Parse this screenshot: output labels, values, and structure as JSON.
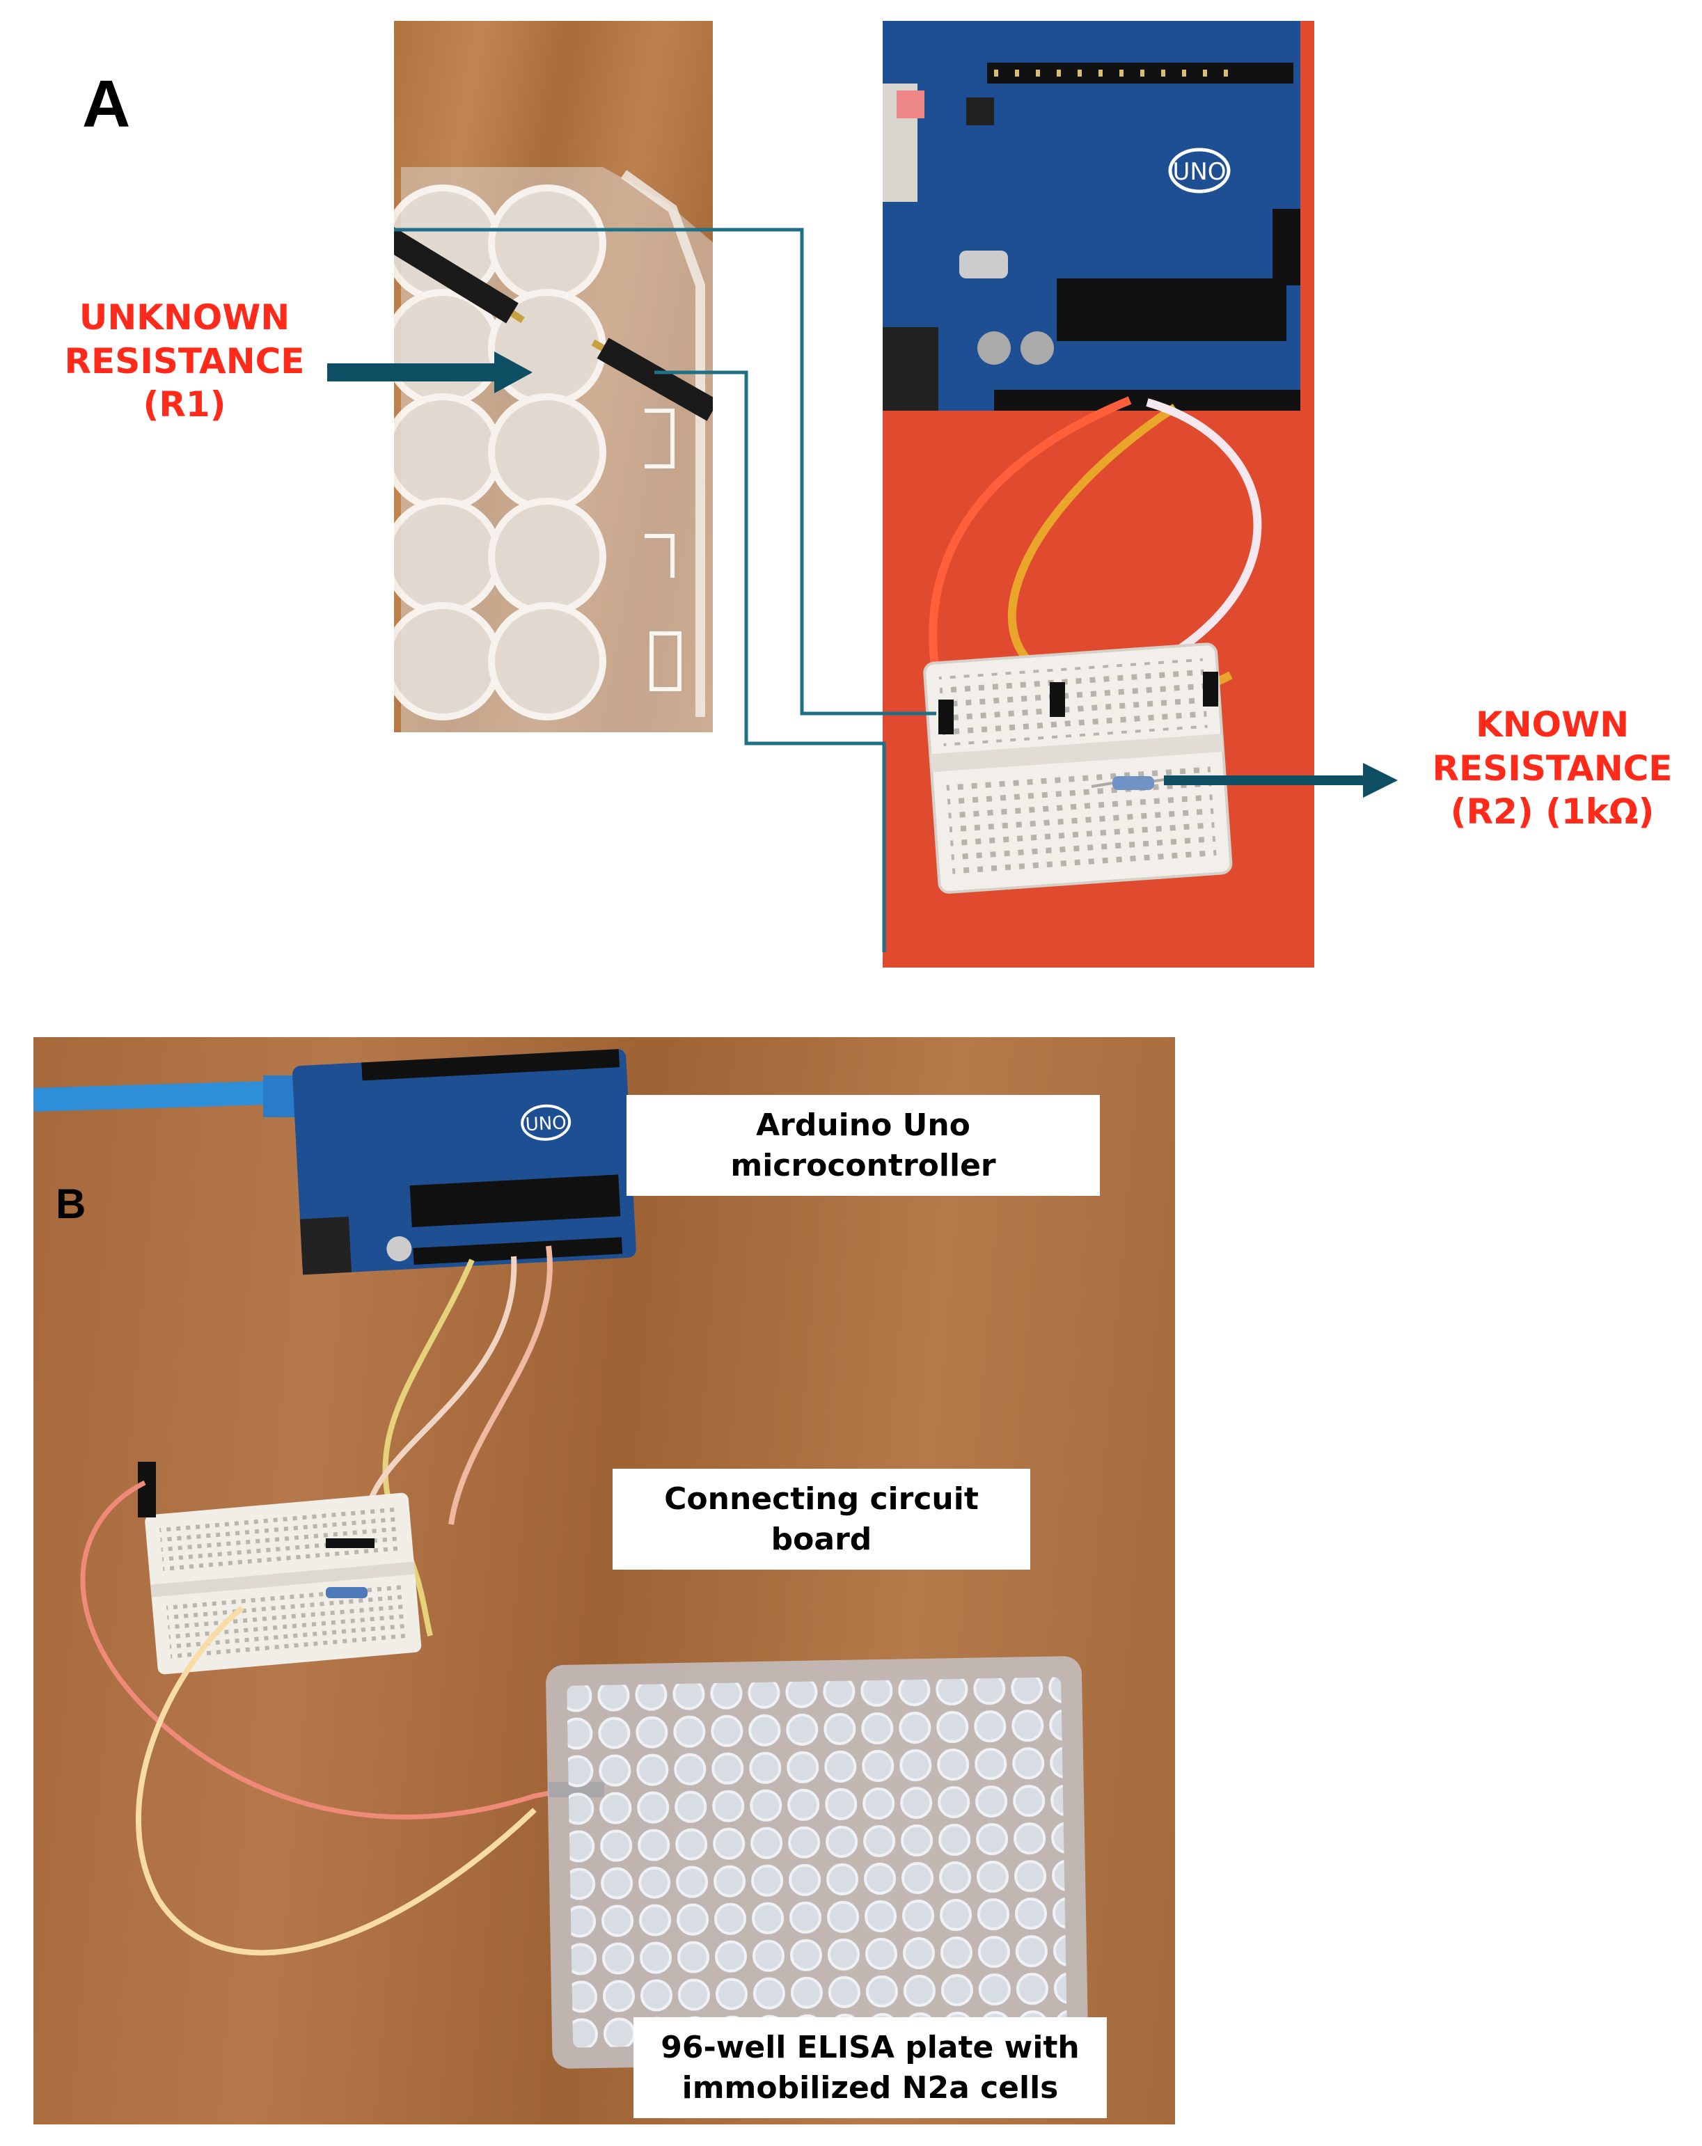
{
  "panel_a": {
    "letter": "A",
    "unknown_label": [
      "UNKNOWN",
      "RESISTANCE",
      "(R1)"
    ],
    "known_label": [
      "KNOWN",
      "RESISTANCE",
      "(R2) (1kΩ)"
    ],
    "board_logo": "UNO"
  },
  "panel_b": {
    "letter": "B",
    "arduino_label": [
      "Arduino Uno",
      "microcontroller"
    ],
    "circuit_label": [
      "Connecting circuit",
      "board"
    ],
    "plate_label": [
      "96-well ELISA plate with",
      "immobilized N2a cells"
    ],
    "board_logo": "UNO"
  },
  "colors": {
    "label_red": "#ff2a1a",
    "arrow_teal": "#0e4f63",
    "line_teal": "#1f6f86",
    "board_blue": "#1f4f93",
    "background_red": "#e04a2e"
  }
}
